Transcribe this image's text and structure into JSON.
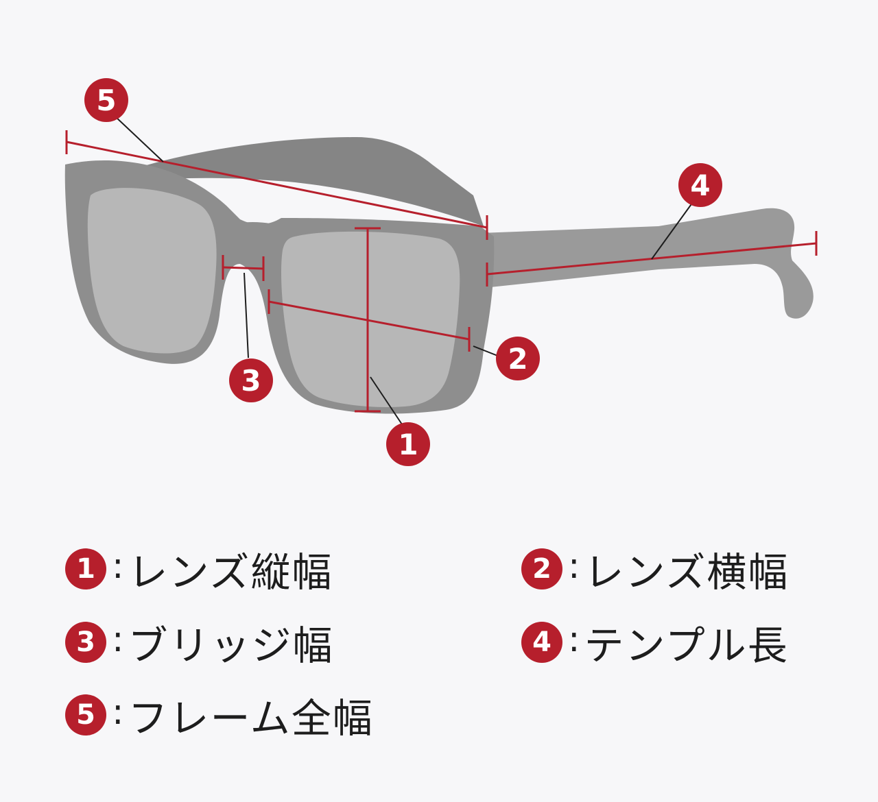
{
  "markers": [
    {
      "id": "1",
      "label": "1"
    },
    {
      "id": "2",
      "label": "2"
    },
    {
      "id": "3",
      "label": "3"
    },
    {
      "id": "4",
      "label": "4"
    },
    {
      "id": "5",
      "label": "5"
    }
  ],
  "legend": {
    "separator": ":",
    "items": [
      {
        "number": "1",
        "text": "レンズ縦幅"
      },
      {
        "number": "2",
        "text": "レンズ横幅"
      },
      {
        "number": "3",
        "text": "ブリッジ幅"
      },
      {
        "number": "4",
        "text": "テンプル長"
      },
      {
        "number": "5",
        "text": "フレーム全幅"
      }
    ]
  },
  "colors": {
    "background": "#f7f7f9",
    "frame": "#8e8e8e",
    "frame_dark": "#7a7a7a",
    "lens": "#b5b5b5",
    "accent": "#b61f2c",
    "text": "#1d1d1d"
  }
}
